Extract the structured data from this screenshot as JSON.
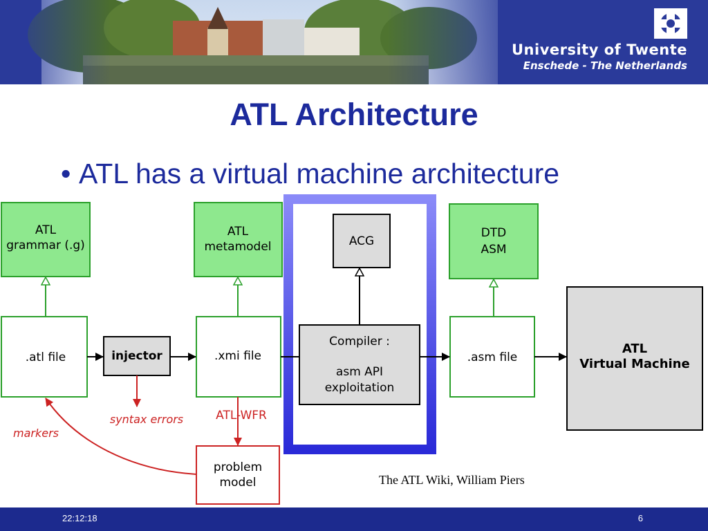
{
  "header": {
    "university": "University of Twente",
    "location": "Enschede - The Netherlands"
  },
  "slide": {
    "title": "ATL Architecture",
    "bullet": "ATL has a virtual machine architecture"
  },
  "diagram": {
    "nodes": {
      "atl_grammar": [
        "ATL",
        "grammar (.g)"
      ],
      "atl_metamodel": [
        "ATL",
        "metamodel"
      ],
      "acg": "ACG",
      "dtd_asm": [
        "DTD",
        "ASM"
      ],
      "atl_file": ".atl file",
      "injector": "injector",
      "xmi_file": ".xmi file",
      "compiler": [
        "Compiler :",
        "asm API",
        "exploitation"
      ],
      "asm_file": ".asm file",
      "atl_vm": [
        "ATL",
        "Virtual Machine"
      ],
      "problem_model": [
        "problem",
        "model"
      ]
    },
    "labels": {
      "syntax_errors": "syntax errors",
      "atl_wfr": "ATL-WFR",
      "markers": "markers"
    },
    "colors": {
      "green_fill": "#8ee88e",
      "green_stroke": "#2aa02a",
      "gray_fill": "#dcdcdc",
      "red": "#cc2222",
      "highlight": "#2a2ad8"
    }
  },
  "credit": "The ATL Wiki, William Piers",
  "footer": {
    "time": "22:12:18",
    "page": "6"
  }
}
